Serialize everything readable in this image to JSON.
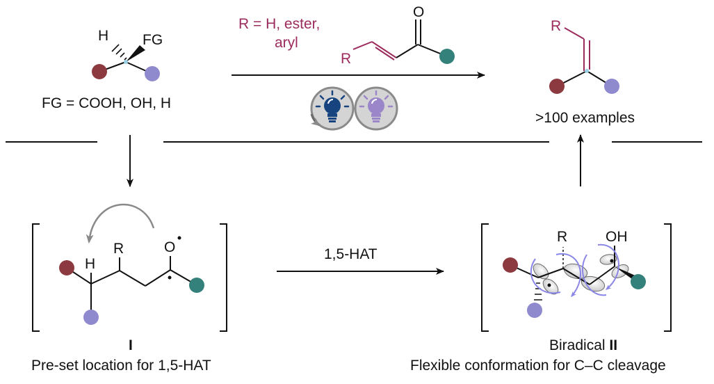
{
  "colors": {
    "maroon": "#8c3a3f",
    "lavender": "#8f8acd",
    "teal": "#34807a",
    "reagent": "#9b2b5c",
    "bulb_blue": "#17447f",
    "bulb_purple": "#9a86c8",
    "orbital_arrow": "#8a86e6",
    "curved_arrow": "#8a8a8a",
    "carbon_dot": "#9ad0e6"
  },
  "substrate": {
    "h_label": "H",
    "fg_label": "FG",
    "fg_definition": "FG = COOH, OH, H"
  },
  "reagent": {
    "r_definition_line1": "R = H, ester,",
    "r_definition_line2": "aryl",
    "r_label": "R",
    "o_label": "O",
    "light_icons": [
      "blue-lightbulb-icon",
      "purple-lightbulb-icon"
    ]
  },
  "product": {
    "r_label": "R",
    "caption": ">100 examples"
  },
  "intermediate_I": {
    "h_label": "H",
    "r_label": "R",
    "o_label": "O",
    "roman_label": "I",
    "caption": "Pre-set location for 1,5-HAT"
  },
  "hat_arrow_label": "1,5-HAT",
  "intermediate_II": {
    "r_label": "R",
    "oh_label": "OH",
    "label_prefix": "Biradical ",
    "roman_label": "II",
    "caption": "Flexible conformation for C–C cleavage"
  }
}
